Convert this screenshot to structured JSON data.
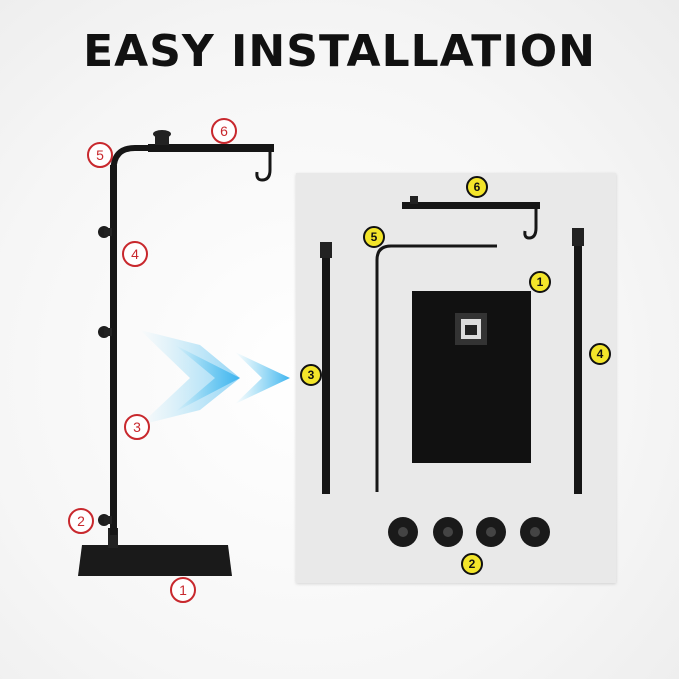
{
  "title": "EASY INSTALLATION",
  "stand_labels": [
    "1",
    "2",
    "3",
    "4",
    "5",
    "6"
  ],
  "parts_labels": [
    "1",
    "2",
    "3",
    "4",
    "5",
    "6"
  ],
  "colors": {
    "red": "#c8282d",
    "yellow": "#f3e52a",
    "metal": "#111111",
    "arrow": "#5cc8f0"
  }
}
